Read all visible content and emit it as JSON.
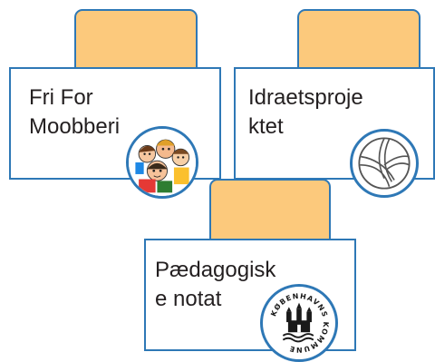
{
  "tiles": [
    {
      "label": "Fri For\nMoobberi",
      "icon": "children-cartoon-icon",
      "colors": {
        "tab": "#fcc97c",
        "border": "#2e78b6"
      }
    },
    {
      "label": "Idraetsproje\nktet",
      "icon": "volleyball-icon",
      "colors": {
        "tab": "#fcc97c",
        "border": "#2e78b6"
      }
    },
    {
      "label": "Pædagogisk\ne notat",
      "icon": "kobenhavns-kommune-seal-icon",
      "seal_text": "KØBENHAVNS KOMMUNE",
      "colors": {
        "tab": "#fcc97c",
        "border": "#2e78b6"
      }
    }
  ]
}
